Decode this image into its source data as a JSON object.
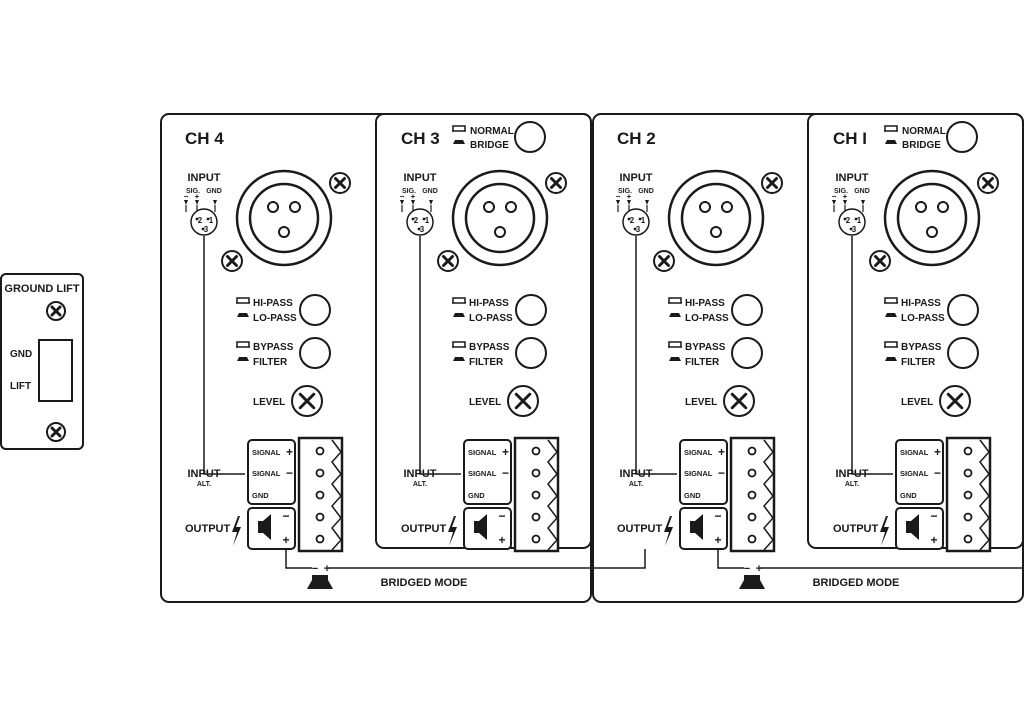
{
  "ground_lift_panel": {
    "title": "GROUND LIFT",
    "switch_labels": [
      "GND",
      "LIFT"
    ]
  },
  "channels": [
    {
      "name": "CH 4",
      "mode_labels": []
    },
    {
      "name": "CH 3",
      "mode_labels": [
        "NORMAL",
        "BRIDGE"
      ]
    },
    {
      "name": "CH 2",
      "mode_labels": []
    },
    {
      "name": "CH I",
      "mode_labels": [
        "NORMAL",
        "BRIDGE"
      ]
    }
  ],
  "channel_labels": {
    "input": "INPUT",
    "pins": [
      "SIG.",
      "GND"
    ],
    "pin_polarity": [
      "−",
      "+"
    ],
    "pin_numbers": [
      "2",
      "1",
      "3"
    ],
    "filter_switch_1": [
      "HI-PASS",
      "LO-PASS"
    ],
    "filter_switch_2": [
      "BYPASS",
      "FILTER"
    ],
    "level": "LEVEL",
    "input_alt": [
      "INPUT",
      "ALT."
    ],
    "terminal_labels": [
      "SIGNAL",
      "SIGNAL",
      "GND"
    ],
    "terminal_signs": [
      "+",
      "−"
    ],
    "output": "OUTPUT",
    "output_signs": [
      "−",
      "+"
    ]
  },
  "bridged": {
    "label": "BRIDGED MODE",
    "signs": [
      "−",
      "+"
    ]
  }
}
